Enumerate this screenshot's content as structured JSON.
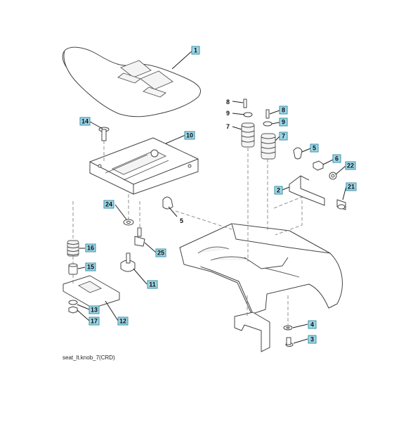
{
  "diagram": {
    "caption": "seat_lt.knob_7(CRD)",
    "callouts": [
      {
        "id": "c1",
        "label": "1",
        "boxed": true
      },
      {
        "id": "c14",
        "label": "14",
        "boxed": true
      },
      {
        "id": "c10",
        "label": "10",
        "boxed": true
      },
      {
        "id": "c8a",
        "label": "8",
        "boxed": false
      },
      {
        "id": "c9a",
        "label": "9",
        "boxed": false
      },
      {
        "id": "c7a",
        "label": "7",
        "boxed": false
      },
      {
        "id": "c8b",
        "label": "8",
        "boxed": true
      },
      {
        "id": "c9b",
        "label": "9",
        "boxed": true
      },
      {
        "id": "c7b",
        "label": "7",
        "boxed": true
      },
      {
        "id": "c5a",
        "label": "5",
        "boxed": true
      },
      {
        "id": "c6",
        "label": "6",
        "boxed": true
      },
      {
        "id": "c22",
        "label": "22",
        "boxed": true
      },
      {
        "id": "c2",
        "label": "2",
        "boxed": true
      },
      {
        "id": "c21",
        "label": "21",
        "boxed": true
      },
      {
        "id": "c24",
        "label": "24",
        "boxed": true
      },
      {
        "id": "c5b",
        "label": "5",
        "boxed": false
      },
      {
        "id": "c16",
        "label": "16",
        "boxed": true
      },
      {
        "id": "c25",
        "label": "25",
        "boxed": true
      },
      {
        "id": "c15",
        "label": "15",
        "boxed": true
      },
      {
        "id": "c11",
        "label": "11",
        "boxed": true
      },
      {
        "id": "c13",
        "label": "13",
        "boxed": true
      },
      {
        "id": "c17",
        "label": "17",
        "boxed": true
      },
      {
        "id": "c12",
        "label": "12",
        "boxed": true
      },
      {
        "id": "c4",
        "label": "4",
        "boxed": true
      },
      {
        "id": "c3",
        "label": "3",
        "boxed": true
      }
    ]
  }
}
